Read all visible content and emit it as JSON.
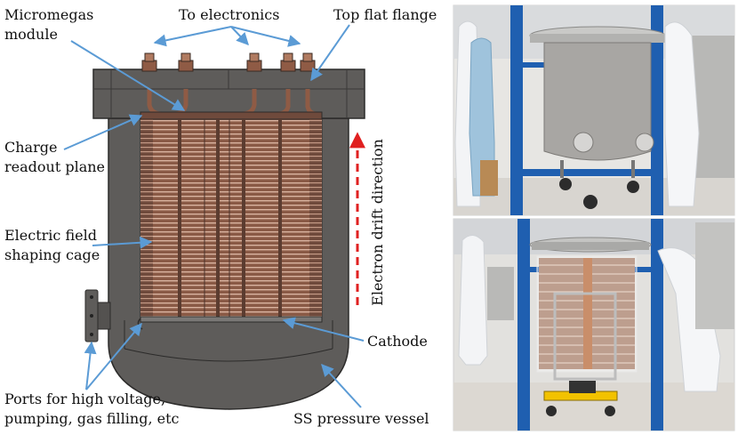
{
  "labels": {
    "micromegas": [
      "Micromegas",
      "module"
    ],
    "to_electronics": "To electronics",
    "top_flange": "Top flat flange",
    "charge_plane": [
      "Charge",
      "readout plane"
    ],
    "field_cage": [
      "Electric field",
      "shaping cage"
    ],
    "drift": "Electron drift direction",
    "cathode": "Cathode",
    "ports": [
      "Ports for high voltage,",
      "pumping, gas filling, etc"
    ],
    "vessel": "SS pressure vessel"
  },
  "colors": {
    "arrow": "#5b9bd5",
    "drift_arrow": "#e02020",
    "vessel": "#5e5c5a",
    "vessel_edge": "#2c2b2a",
    "copper": "#8f5b45",
    "pillar": "#1f5fb0",
    "floor": "#d8d5d0"
  },
  "photos": {
    "top": "assembled-vessel-photo",
    "bottom": "field-cage-installation-photo"
  }
}
